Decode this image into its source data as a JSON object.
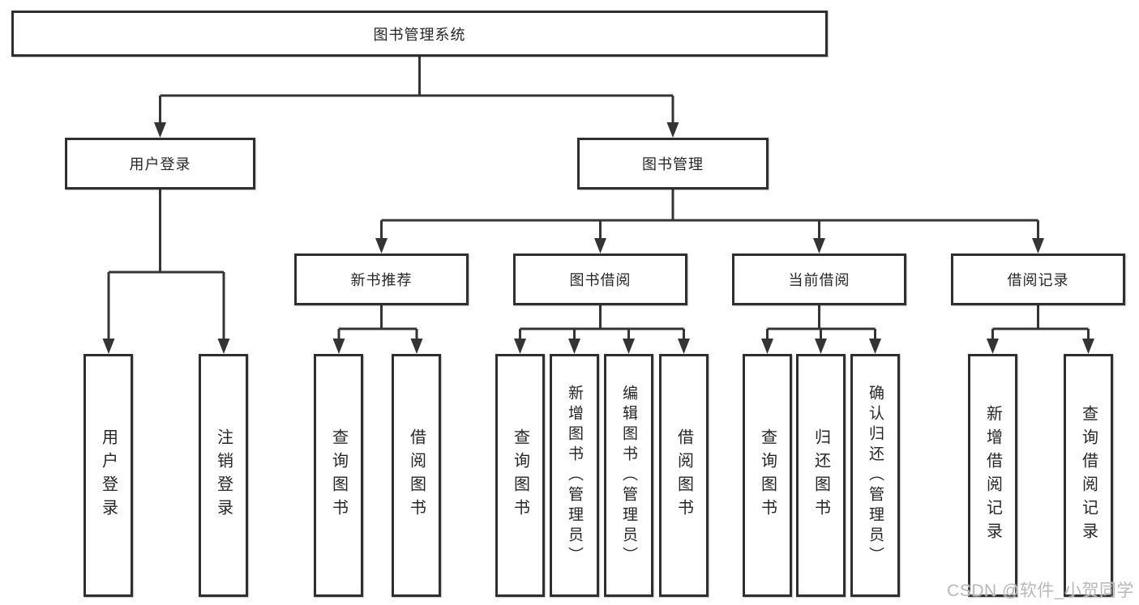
{
  "diagram": {
    "root": {
      "label": "图书管理系统"
    },
    "level2": [
      {
        "label": "用户登录"
      },
      {
        "label": "图书管理"
      }
    ],
    "level3": [
      {
        "label": "新书推荐"
      },
      {
        "label": "图书借阅"
      },
      {
        "label": "当前借阅"
      },
      {
        "label": "借阅记录"
      }
    ],
    "leaves": [
      {
        "label": "用户登录",
        "parent": "用户登录"
      },
      {
        "label": "注销登录",
        "parent": "用户登录"
      },
      {
        "label": "查询图书",
        "parent": "新书推荐"
      },
      {
        "label": "借阅图书",
        "parent": "新书推荐"
      },
      {
        "label": "查询图书",
        "parent": "图书借阅"
      },
      {
        "label": "新增图书（管理员）",
        "parent": "图书借阅"
      },
      {
        "label": "编辑图书（管理员）",
        "parent": "图书借阅"
      },
      {
        "label": "借阅图书",
        "parent": "图书借阅"
      },
      {
        "label": "查询图书",
        "parent": "当前借阅"
      },
      {
        "label": "归还图书",
        "parent": "当前借阅"
      },
      {
        "label": "确认归还（管理员）",
        "parent": "当前借阅"
      },
      {
        "label": "新增借阅记录",
        "parent": "借阅记录"
      },
      {
        "label": "查询借阅记录",
        "parent": "借阅记录"
      }
    ]
  },
  "watermark": {
    "text": "CSDN @软件_小贺同学"
  },
  "colors": {
    "line": "#343434",
    "box_border": "#2f2f2f",
    "text": "#262626",
    "watermark": "#b8b8b8",
    "background": "#ffffff"
  }
}
